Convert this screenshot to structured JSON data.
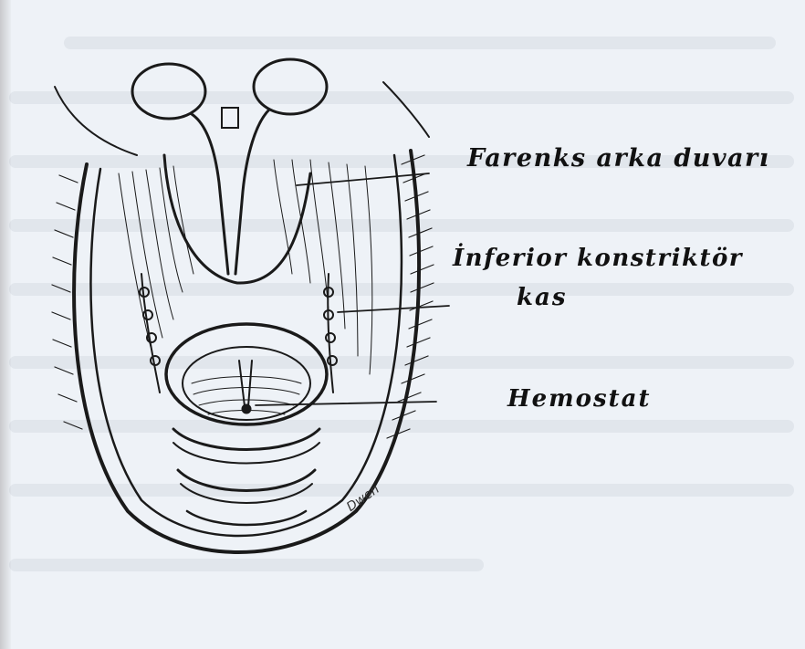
{
  "labels": {
    "pharynx_posterior_wall": "Farenks arka duvarı",
    "inferior_constrictor_line1": "İnferior konstriktör",
    "inferior_constrictor_line2": "kas",
    "hemostat": "Hemostat"
  },
  "signature": "Dwen",
  "colors": {
    "ink": "#111111",
    "paper": "#eef2f7"
  }
}
